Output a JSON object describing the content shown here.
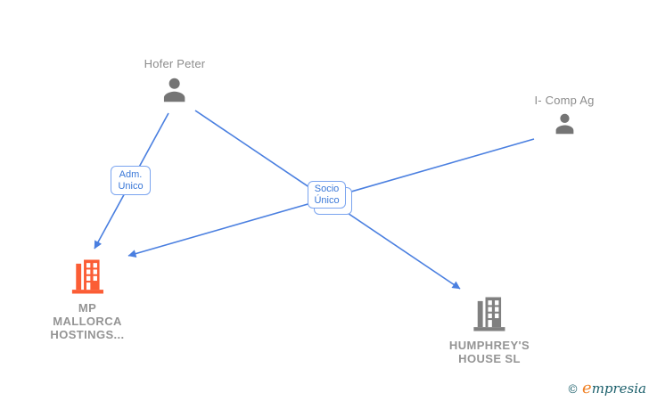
{
  "colors": {
    "edge_blue": "#4a7fe0",
    "label_border_blue": "#7aa4ef",
    "label_text_blue": "#3a78d8",
    "person_icon_gray": "#757575",
    "person_name_gray": "#8c8c8c",
    "company_name_gray": "#949494",
    "building_mp_orange": "#fb5d35",
    "building_humphreys_gray": "#808080",
    "brand_teal": "#1b5f6b",
    "brand_orange": "#f08125"
  },
  "persons": {
    "hofer": {
      "name": "Hofer Peter"
    },
    "icomp": {
      "name": "I- Comp Ag"
    }
  },
  "companies": {
    "mp": {
      "name": "MP MALLORCA HOSTINGS...",
      "lines": [
        "MP",
        "MALLORCA",
        "HOSTINGS..."
      ]
    },
    "humphreys": {
      "name": "HUMPHREY'S HOUSE SL",
      "lines": [
        "HUMPHREY'S",
        "HOUSE SL"
      ]
    }
  },
  "edge_labels": {
    "adm_unico": {
      "lines": [
        "Adm.",
        "Unico"
      ]
    },
    "socio_unico": {
      "lines": [
        "Socio",
        "Único"
      ]
    }
  },
  "relationships": [
    {
      "from": "Hofer Peter",
      "label": "Adm. Unico",
      "to": "MP MALLORCA HOSTINGS..."
    },
    {
      "from": "I- Comp Ag",
      "label": "Socio Único",
      "to": "MP MALLORCA HOSTINGS..."
    },
    {
      "from": "Hofer Peter",
      "label": "Socio Único",
      "to": "HUMPHREY'S HOUSE SL"
    }
  ],
  "watermark": {
    "copyright": "©",
    "brand_initial": "e",
    "brand_rest": "mpresia"
  }
}
